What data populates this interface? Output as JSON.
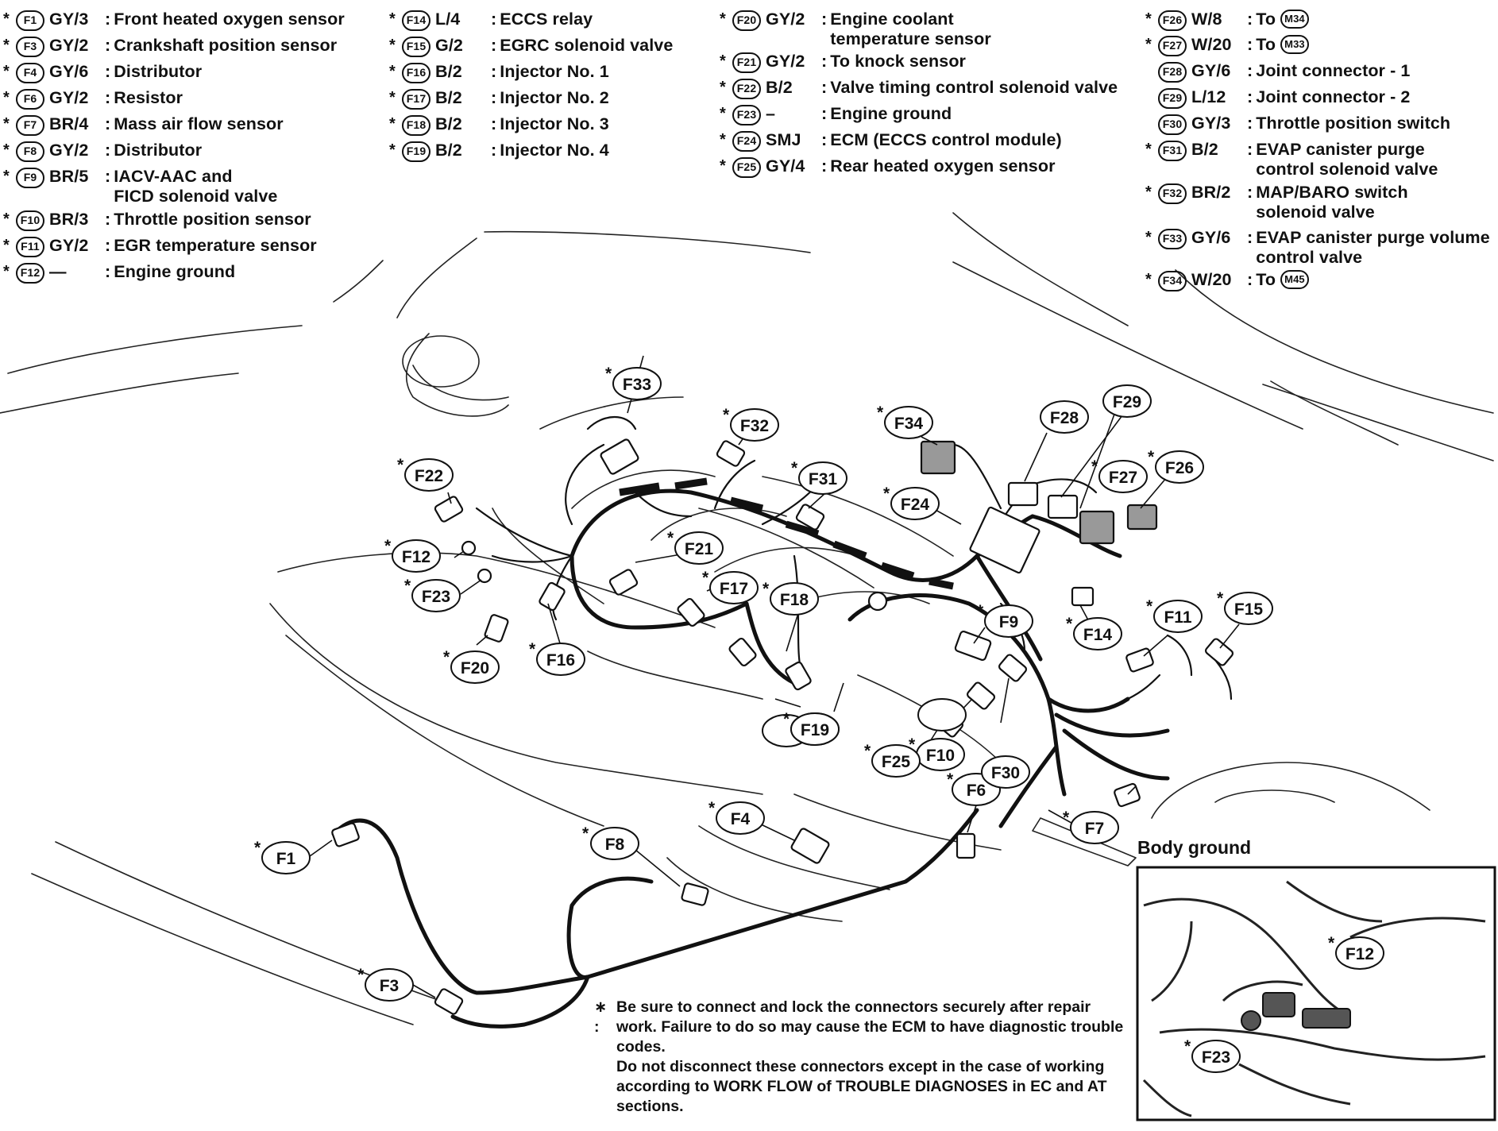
{
  "legend": {
    "col1": [
      {
        "code": "F1",
        "star": true,
        "spec": "GY/3",
        "desc": "Front heated oxygen sensor"
      },
      {
        "code": "F3",
        "star": true,
        "spec": "GY/2",
        "desc": "Crankshaft position sensor"
      },
      {
        "code": "F4",
        "star": true,
        "spec": "GY/6",
        "desc": "Distributor"
      },
      {
        "code": "F6",
        "star": true,
        "spec": "GY/2",
        "desc": "Resistor"
      },
      {
        "code": "F7",
        "star": true,
        "spec": "BR/4",
        "desc": "Mass air flow sensor"
      },
      {
        "code": "F8",
        "star": true,
        "spec": "GY/2",
        "desc": "Distributor"
      },
      {
        "code": "F9",
        "star": true,
        "spec": "BR/5",
        "desc": "IACV-AAC and\nFICD solenoid valve"
      },
      {
        "code": "F10",
        "star": true,
        "spec": "BR/3",
        "desc": "Throttle position sensor"
      },
      {
        "code": "F11",
        "star": true,
        "spec": "GY/2",
        "desc": "EGR temperature sensor"
      },
      {
        "code": "F12",
        "star": true,
        "spec": "—",
        "desc": "Engine ground"
      }
    ],
    "col2": [
      {
        "code": "F14",
        "star": true,
        "spec": "L/4",
        "desc": "ECCS relay"
      },
      {
        "code": "F15",
        "star": true,
        "spec": "G/2",
        "desc": "EGRC solenoid valve"
      },
      {
        "code": "F16",
        "star": true,
        "spec": "B/2",
        "desc": "Injector No. 1"
      },
      {
        "code": "F17",
        "star": true,
        "spec": "B/2",
        "desc": "Injector No. 2"
      },
      {
        "code": "F18",
        "star": true,
        "spec": "B/2",
        "desc": "Injector No. 3"
      },
      {
        "code": "F19",
        "star": true,
        "spec": "B/2",
        "desc": "Injector No. 4"
      }
    ],
    "col3": [
      {
        "code": "F20",
        "star": true,
        "spec": "GY/2",
        "desc": "Engine coolant\ntemperature sensor"
      },
      {
        "code": "F21",
        "star": true,
        "spec": "GY/2",
        "desc": "To knock sensor"
      },
      {
        "code": "F22",
        "star": true,
        "spec": "B/2",
        "desc": "Valve timing control solenoid valve"
      },
      {
        "code": "F23",
        "star": true,
        "spec": "–",
        "desc": "Engine ground"
      },
      {
        "code": "F24",
        "star": true,
        "spec": "SMJ",
        "desc": "ECM (ECCS control module)"
      },
      {
        "code": "F25",
        "star": true,
        "spec": "GY/4",
        "desc": "Rear heated oxygen sensor"
      }
    ],
    "col4": [
      {
        "code": "F26",
        "star": true,
        "spec": "W/8",
        "desc": "To",
        "to": "M34"
      },
      {
        "code": "F27",
        "star": true,
        "spec": "W/20",
        "desc": "To",
        "to": "M33"
      },
      {
        "code": "F28",
        "star": false,
        "spec": "GY/6",
        "desc": "Joint connector - 1"
      },
      {
        "code": "F29",
        "star": false,
        "spec": "L/12",
        "desc": "Joint connector - 2"
      },
      {
        "code": "F30",
        "star": false,
        "spec": "GY/3",
        "desc": "Throttle position switch"
      },
      {
        "code": "F31",
        "star": true,
        "spec": "B/2",
        "desc": "EVAP canister purge\ncontrol solenoid valve"
      },
      {
        "code": "F32",
        "star": true,
        "spec": "BR/2",
        "desc": "MAP/BARO switch\nsolenoid valve"
      },
      {
        "code": "F33",
        "star": true,
        "spec": "GY/6",
        "desc": "EVAP canister purge volume\ncontrol valve"
      },
      {
        "code": "F34",
        "star": true,
        "spec": "W/20",
        "desc": "To",
        "to": "M45"
      }
    ]
  },
  "callouts": {
    "F1": "F1",
    "F3": "F3",
    "F4": "F4",
    "F6": "F6",
    "F7": "F7",
    "F8": "F8",
    "F9": "F9",
    "F10": "F10",
    "F11": "F11",
    "F12": "F12",
    "F14": "F14",
    "F15": "F15",
    "F16": "F16",
    "F17": "F17",
    "F18": "F18",
    "F19": "F19",
    "F20": "F20",
    "F21": "F21",
    "F22": "F22",
    "F23": "F23",
    "F24": "F24",
    "F25": "F25",
    "F26": "F26",
    "F27": "F27",
    "F28": "F28",
    "F29": "F29",
    "F30": "F30",
    "F31": "F31",
    "F32": "F32",
    "F33": "F33",
    "F34": "F34"
  },
  "inset": {
    "title": "Body ground",
    "f12": "F12",
    "f23": "F23"
  },
  "note": {
    "mark": "∗ :",
    "line1": "Be sure to connect and lock the connectors securely after repair work. Failure to do so may cause the ECM to have diagnostic trouble codes.",
    "line2": "Do not disconnect these connectors except in the case of working according to WORK FLOW of TROUBLE DIAGNOSES in EC and AT sections."
  }
}
